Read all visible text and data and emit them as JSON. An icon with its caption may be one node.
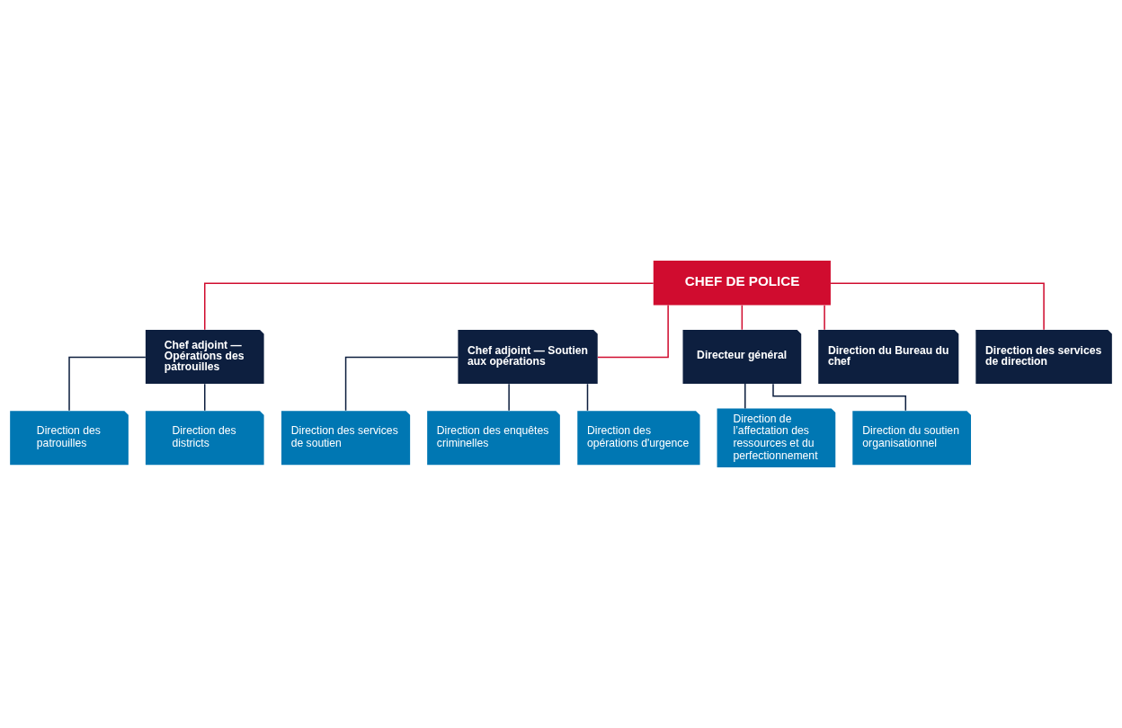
{
  "diagram": {
    "nodes": [
      {
        "text": [
          "CHEF DE POLICE"
        ]
      },
      {
        "text": [
          "Chef adjoint — Opérations des patrouilles"
        ]
      },
      {
        "text": [
          "Chef adjoint — Soutien aux opérations"
        ]
      },
      {
        "text": [
          "Directeur général"
        ]
      },
      {
        "text": [
          "Direction du Bureau du chef"
        ]
      },
      {
        "text": [
          "Direction des services de direction"
        ]
      },
      {
        "text": [
          "Direction des patrouilles"
        ]
      },
      {
        "text": [
          "Direction des districts"
        ]
      },
      {
        "text": [
          "Direction des services de soutien"
        ]
      },
      {
        "text": [
          "Direction des enquêtes criminelles"
        ]
      },
      {
        "text": [
          "Direction des opérations d'urgence"
        ]
      },
      {
        "text": [
          "Direction de l’affectation des ressources et du perfectionnement"
        ]
      },
      {
        "text": [
          "Direction du soutien organisationnel"
        ]
      }
    ],
    "edges": [
      {
        "from": 0,
        "to": 1,
        "arrow": "none",
        "color": "#d00c2f"
      },
      {
        "from": 0,
        "to": 2,
        "arrow": "none",
        "color": "#d00c2f"
      },
      {
        "from": 0,
        "to": 3,
        "arrow": "none",
        "color": "#d00c2f"
      },
      {
        "from": 0,
        "to": 4,
        "arrow": "none",
        "color": "#d00c2f"
      },
      {
        "from": 0,
        "to": 5,
        "arrow": "none",
        "color": "#d00c2f"
      },
      {
        "from": 1,
        "to": 6,
        "arrow": "none"
      },
      {
        "from": 1,
        "to": 7,
        "arrow": "none"
      },
      {
        "from": 2,
        "to": 8,
        "arrow": "none"
      },
      {
        "from": 2,
        "to": 9,
        "arrow": "none"
      },
      {
        "from": 2,
        "to": 10,
        "arrow": "none"
      },
      {
        "from": 3,
        "to": 11,
        "arrow": "none"
      },
      {
        "from": 3,
        "to": 12,
        "arrow": "none"
      }
    ]
  }
}
